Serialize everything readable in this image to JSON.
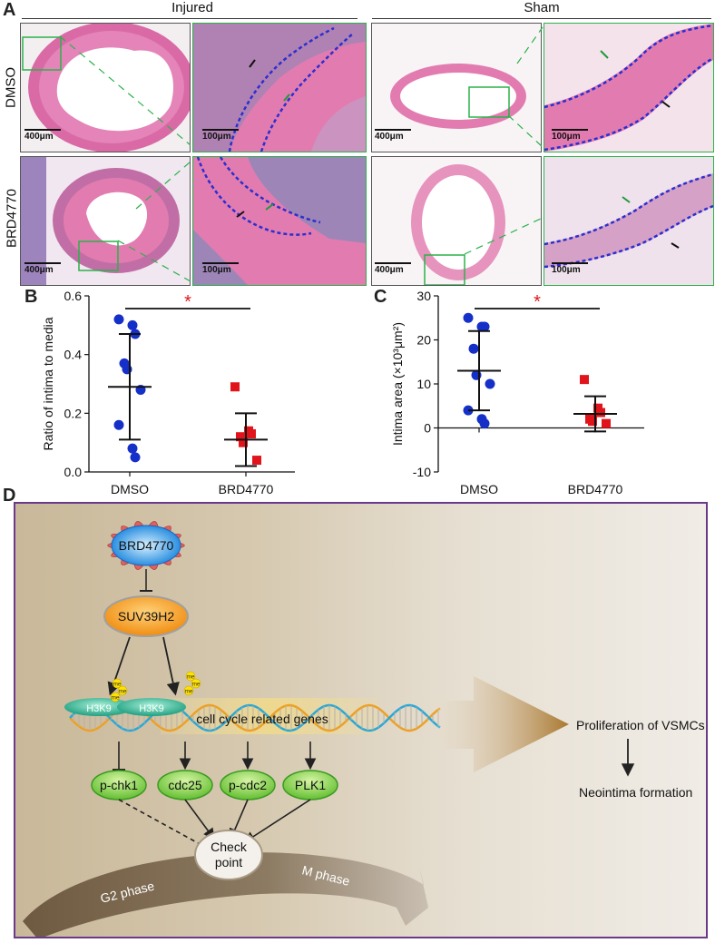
{
  "panels": {
    "A": {
      "letter": "A",
      "group_injured": "Injured",
      "group_sham": "Sham",
      "row_dmso": "DMSO",
      "row_brd": "BRD4770",
      "scale_400": "400μm",
      "scale_100": "100μm"
    },
    "B": {
      "letter": "B"
    },
    "C": {
      "letter": "C"
    },
    "D": {
      "letter": "D"
    }
  },
  "chart_data": [
    {
      "type": "scatter",
      "panel": "B",
      "ylabel": "Ratio of intima to media",
      "categories": [
        "DMSO",
        "BRD4770"
      ],
      "ylim": [
        0.0,
        0.6
      ],
      "yticks": [
        "0.0",
        "0.2",
        "0.4",
        "0.6"
      ],
      "series": [
        {
          "category": "DMSO",
          "color": "#1530c8",
          "shape": "circle",
          "points": [
            0.52,
            0.5,
            0.47,
            0.37,
            0.35,
            0.28,
            0.16,
            0.08,
            0.05
          ],
          "mean": 0.29,
          "sd_upper": 0.47,
          "sd_lower": 0.11
        },
        {
          "category": "BRD4770",
          "color": "#e0141a",
          "shape": "square",
          "points": [
            0.29,
            0.14,
            0.13,
            0.12,
            0.1,
            0.04
          ],
          "mean": 0.11,
          "sd_upper": 0.2,
          "sd_lower": 0.02
        }
      ],
      "significance": "*",
      "significance_color": "#e0141a"
    },
    {
      "type": "scatter",
      "panel": "C",
      "ylabel": "Intima area (×10³μm²)",
      "categories": [
        "DMSO",
        "BRD4770"
      ],
      "ylim": [
        -10,
        30
      ],
      "yticks": [
        "-10",
        "0",
        "10",
        "20",
        "30"
      ],
      "series": [
        {
          "category": "DMSO",
          "color": "#1530c8",
          "shape": "circle",
          "points": [
            25,
            23,
            23,
            18,
            12,
            10,
            4,
            2,
            1
          ],
          "mean": 13,
          "sd_upper": 22,
          "sd_lower": 4
        },
        {
          "category": "BRD4770",
          "color": "#e0141a",
          "shape": "square",
          "points": [
            11,
            4.5,
            3.5,
            2,
            1.5,
            1
          ],
          "mean": 3.2,
          "sd_upper": 7.2,
          "sd_lower": -0.8
        }
      ],
      "significance": "*",
      "significance_color": "#e0141a"
    }
  ],
  "diagram": {
    "drug": "BRD4770",
    "enzyme": "SUV39H2",
    "histone1": "H3K9",
    "histone2": "H3K9",
    "me_label": "me",
    "dna_label": "cell cycle related genes",
    "targets": [
      "p-chk1",
      "cdc25",
      "p-cdc2",
      "PLK1"
    ],
    "checkpoint_line1": "Check",
    "checkpoint_line2": "point",
    "g2": "G2 phase",
    "m": "M phase",
    "outcome1": "Proliferation of VSMCs",
    "outcome2": "Neointima formation"
  }
}
